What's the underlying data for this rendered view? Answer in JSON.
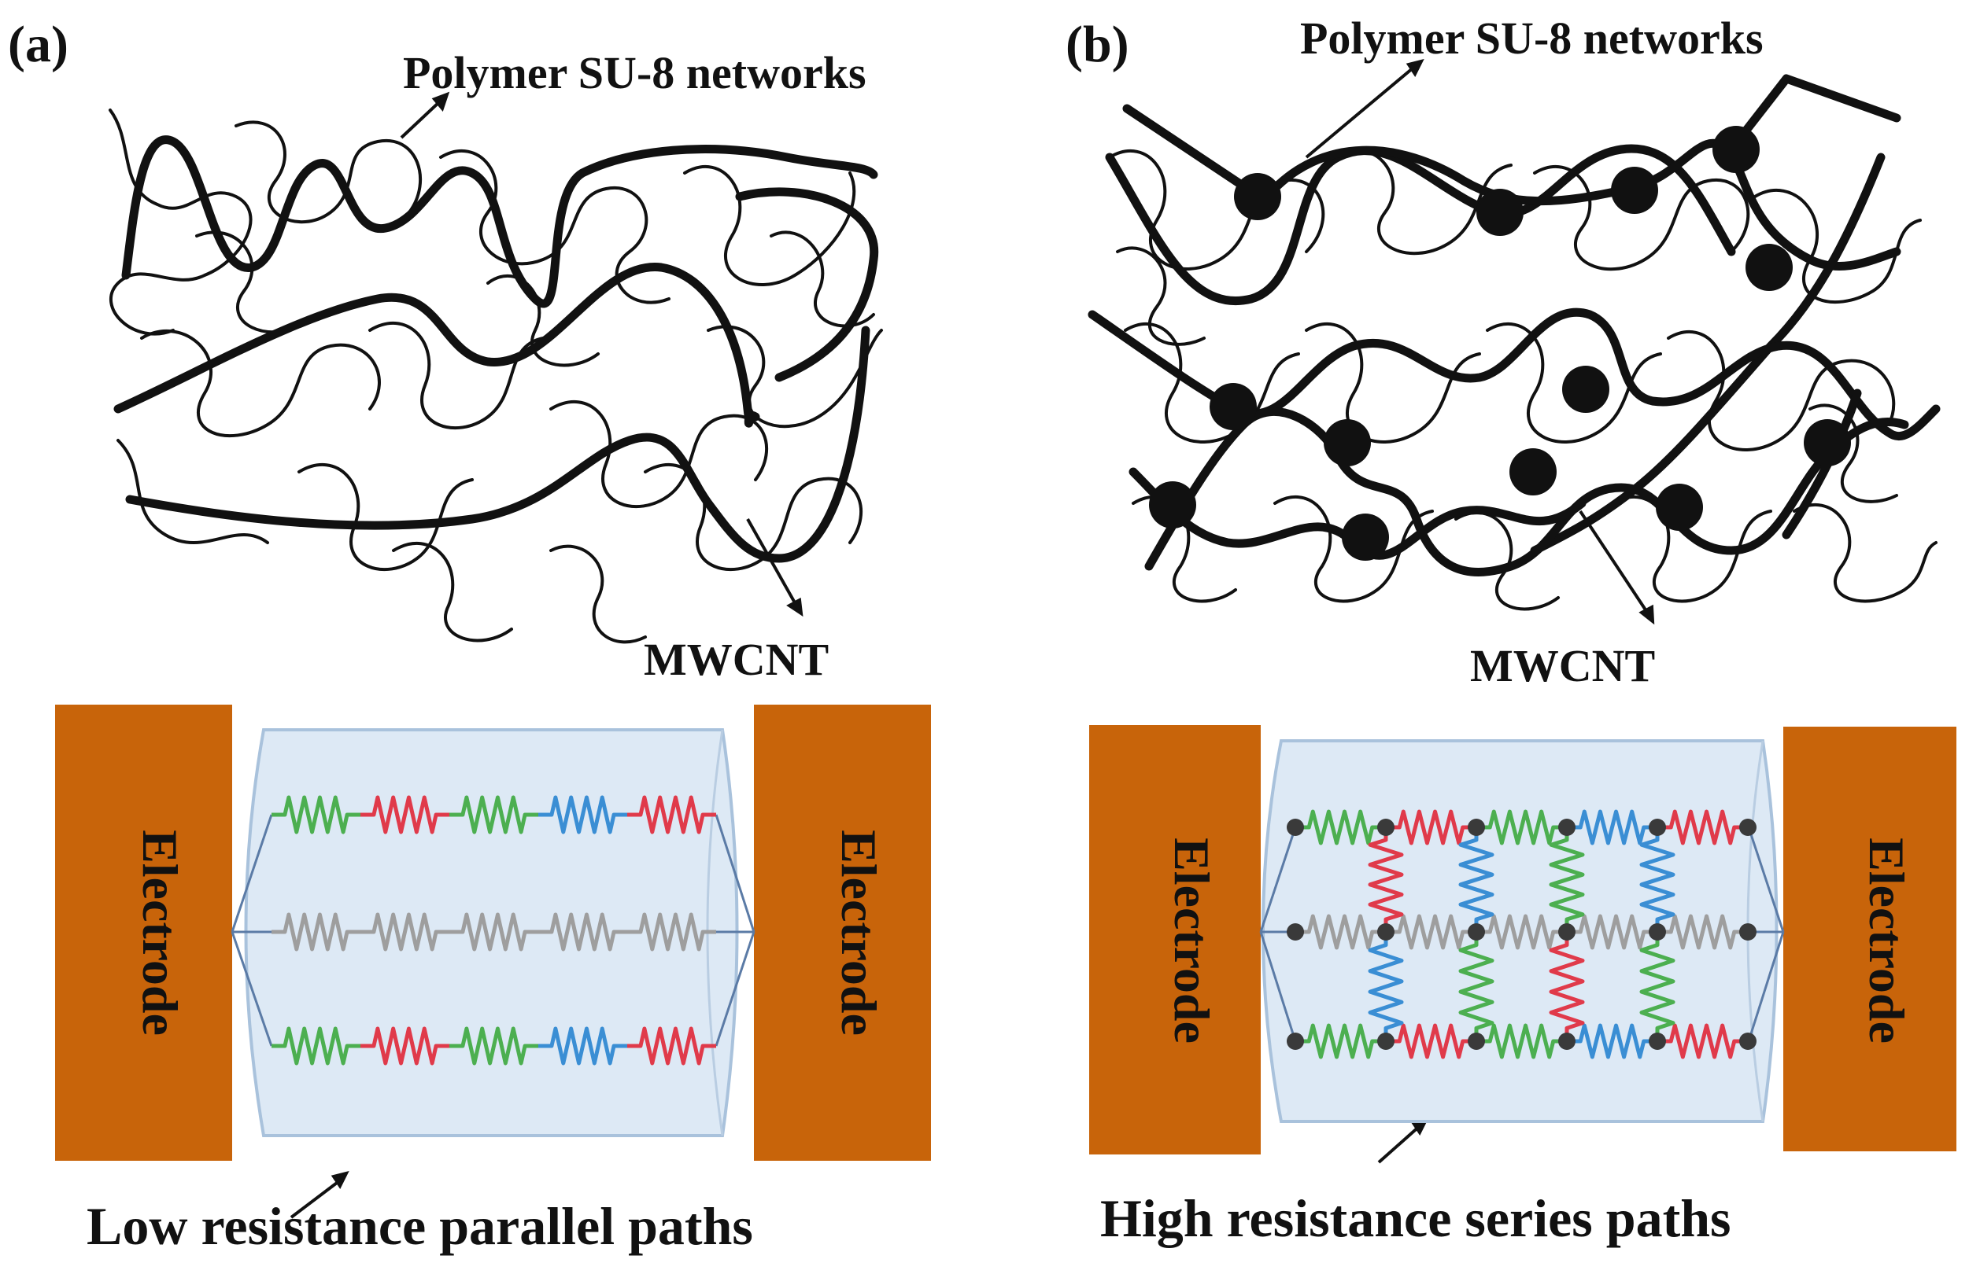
{
  "panel_a": {
    "label": "(a)",
    "polymer_label": "Polymer SU-8 networks",
    "cnt_label": "MWCNT",
    "left_electrode": "Electrode",
    "right_electrode": "Electrode",
    "caption": "Low resistance parallel paths"
  },
  "panel_b": {
    "label": "(b)",
    "polymer_label": "Polymer SU-8 networks",
    "cnt_label": "MWCNT",
    "left_electrode": "Electrode",
    "right_electrode": "Electrode",
    "caption": "High resistance series paths"
  },
  "colors": {
    "electrode": "#c8640a",
    "tube_fill": "#dde9f5",
    "tube_stroke": "#a9c2dc",
    "wire": "#5b7ba6",
    "green": "#4caf50",
    "red": "#e03a4a",
    "blue": "#3a8ed4",
    "gray": "#9e9e9e",
    "ink": "#111111",
    "node": "#3a3a3a"
  }
}
